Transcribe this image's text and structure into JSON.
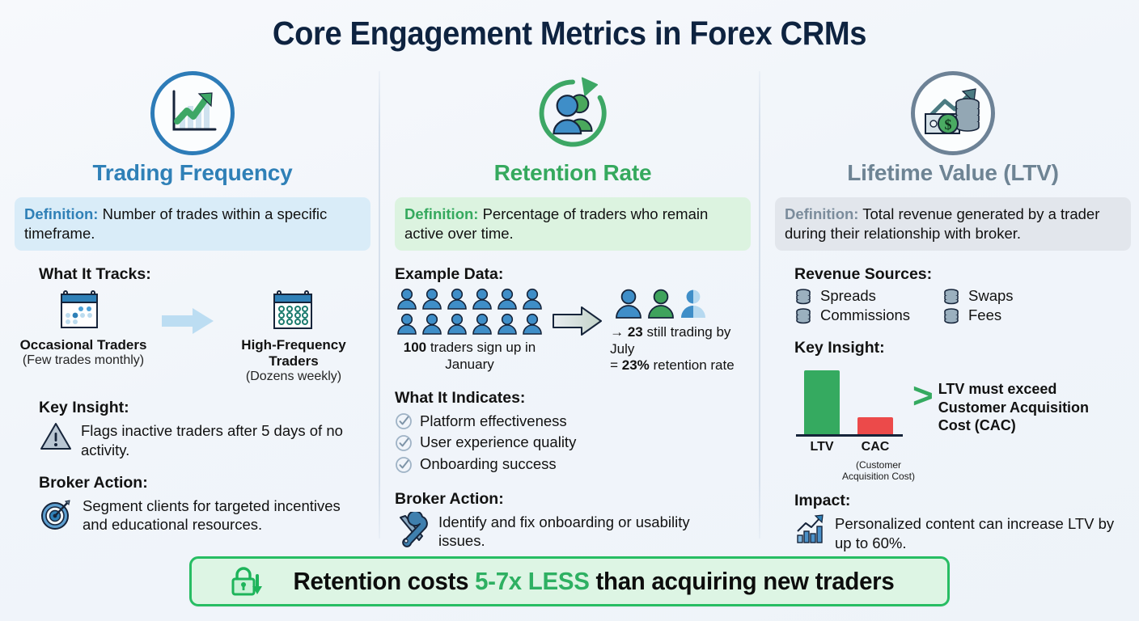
{
  "title": "Core Engagement Metrics in Forex CRMs",
  "colors": {
    "blue": "#2f80b7",
    "green": "#35a95e",
    "gray": "#6e8494",
    "red": "#ec4a4a",
    "background": "#f3f6fa",
    "banner_border": "#27bd63"
  },
  "columns": [
    {
      "id": "trading-frequency",
      "icon": "chart-growth-icon",
      "title": "Trading Frequency",
      "definition_label": "Definition:",
      "definition_text": " Number of trades within a specific timeframe.",
      "tracks_head": "What It Tracks:",
      "tracks": [
        {
          "icon": "calendar-sparse-icon",
          "label": "Occasional Traders",
          "sub": "(Few trades monthly)"
        },
        {
          "icon": "calendar-dense-icon",
          "label": "High-Frequency Traders",
          "sub": "(Dozens weekly)"
        }
      ],
      "insight_head": "Key Insight:",
      "insight_icon": "warning-triangle-icon",
      "insight_text": "Flags inactive traders after 5 days of no activity.",
      "action_head": "Broker Action:",
      "action_icon": "target-dartboard-icon",
      "action_text": "Segment clients for targeted incentives and educational resources."
    },
    {
      "id": "retention-rate",
      "icon": "users-recycle-icon",
      "title": "Retention Rate",
      "definition_label": "Definition:",
      "definition_text": " Percentage of traders who remain active over time.",
      "example_head": "Example Data:",
      "example_left_people": 12,
      "example_right_people": 3,
      "example_caption_bold": "100",
      "example_caption_rest": " traders sign up in January",
      "example_result_arrow": "→",
      "example_result_num": "23",
      "example_result_text": " still trading by July",
      "example_result_eq": "= ",
      "example_result_pct": "23%",
      "example_result_pct_rest": " retention rate",
      "indicates_head": "What It Indicates:",
      "indicates": [
        "Platform effectiveness",
        "User experience quality",
        "Onboarding success"
      ],
      "action_head": "Broker Action:",
      "action_icon": "wrench-screwdriver-icon",
      "action_text": "Identify and fix onboarding or usability issues."
    },
    {
      "id": "lifetime-value",
      "icon": "money-coins-icon",
      "title": "Lifetime Value (LTV)",
      "definition_label": "Definition:",
      "definition_text": " Total revenue generated by a trader during their relationship with broker.",
      "revenue_head": "Revenue Sources:",
      "revenue_sources": [
        "Spreads",
        "Swaps",
        "Commissions",
        "Fees"
      ],
      "insight_head": "Key Insight:",
      "ltv_note": "LTV must exceed Customer Acquisition Cost (CAC)",
      "gt_symbol": ">",
      "impact_head": "Impact:",
      "impact_icon": "chart-increasing-icon",
      "impact_text": "Personalized content can increase LTV by up to 60%."
    }
  ],
  "chart_data": {
    "type": "bar",
    "title": "LTV vs CAC",
    "categories": [
      "LTV",
      "CAC"
    ],
    "values": [
      100,
      27
    ],
    "category_sublabels": [
      "",
      "(Customer Acquisition Cost)"
    ],
    "bar_colors": [
      "#35aa60",
      "#ec4a4a"
    ],
    "xlabel": "",
    "ylabel": "",
    "ylim": [
      0,
      110
    ],
    "grid": false,
    "legend": "none",
    "annotation": "LTV must exceed Customer Acquisition Cost (CAC)"
  },
  "banner": {
    "icon": "lock-down-arrow-icon",
    "text_pre": "Retention costs ",
    "text_highlight": "5-7x LESS",
    "text_post": " than acquiring new traders"
  }
}
